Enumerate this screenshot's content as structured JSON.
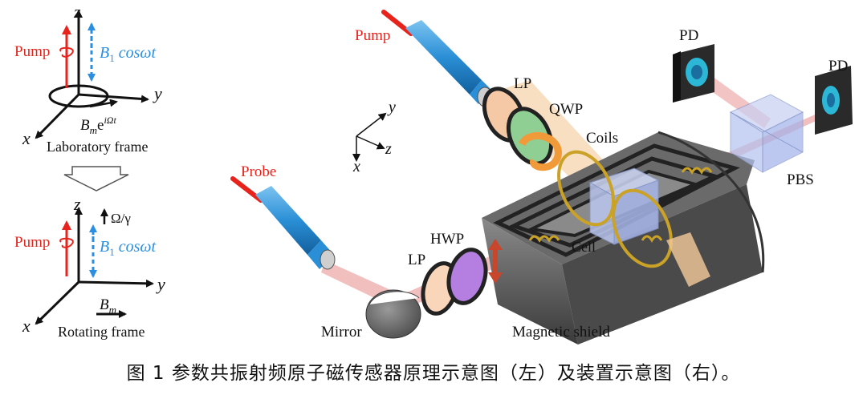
{
  "colors": {
    "pump": "#e8231c",
    "rf": "#2a8fe0",
    "laser": "#e88a8a",
    "fiber_blue": "#2a8fd6",
    "shield": "#5a5a5a",
    "coil": "#c9a227"
  },
  "left": {
    "top": {
      "axis_z": "z",
      "axis_y": "y",
      "axis_x": "x",
      "pump": "Pump",
      "rf_field": "B",
      "rf_sub": "1",
      "rf_tail": " cosωt",
      "bm_base": "B",
      "bm_sub": "m",
      "bm_e": "e",
      "bm_exp": "iΩt",
      "frame": "Laboratory frame"
    },
    "bottom": {
      "axis_z": "z",
      "axis_y": "y",
      "axis_x": "x",
      "pump": "Pump",
      "omega": "Ω/γ",
      "rf_field": "B",
      "rf_sub": "1",
      "rf_tail": " cosωt",
      "bm_base": "B",
      "bm_sub": "m",
      "frame": "Rotating frame"
    }
  },
  "right": {
    "pump": "Pump",
    "probe": "Probe",
    "lp_top": "LP",
    "qwp": "QWP",
    "coils": "Coils",
    "cell": "Cell",
    "pd_top": "PD",
    "pd_right": "PD",
    "pbs": "PBS",
    "lp_bottom": "LP",
    "hwp": "HWP",
    "mirror": "Mirror",
    "shield": "Magnetic shield",
    "axis_y": "y",
    "axis_z": "z",
    "axis_x": "x"
  },
  "caption": "图 1 参数共振射频原子磁传感器原理示意图（左）及装置示意图（右）。"
}
